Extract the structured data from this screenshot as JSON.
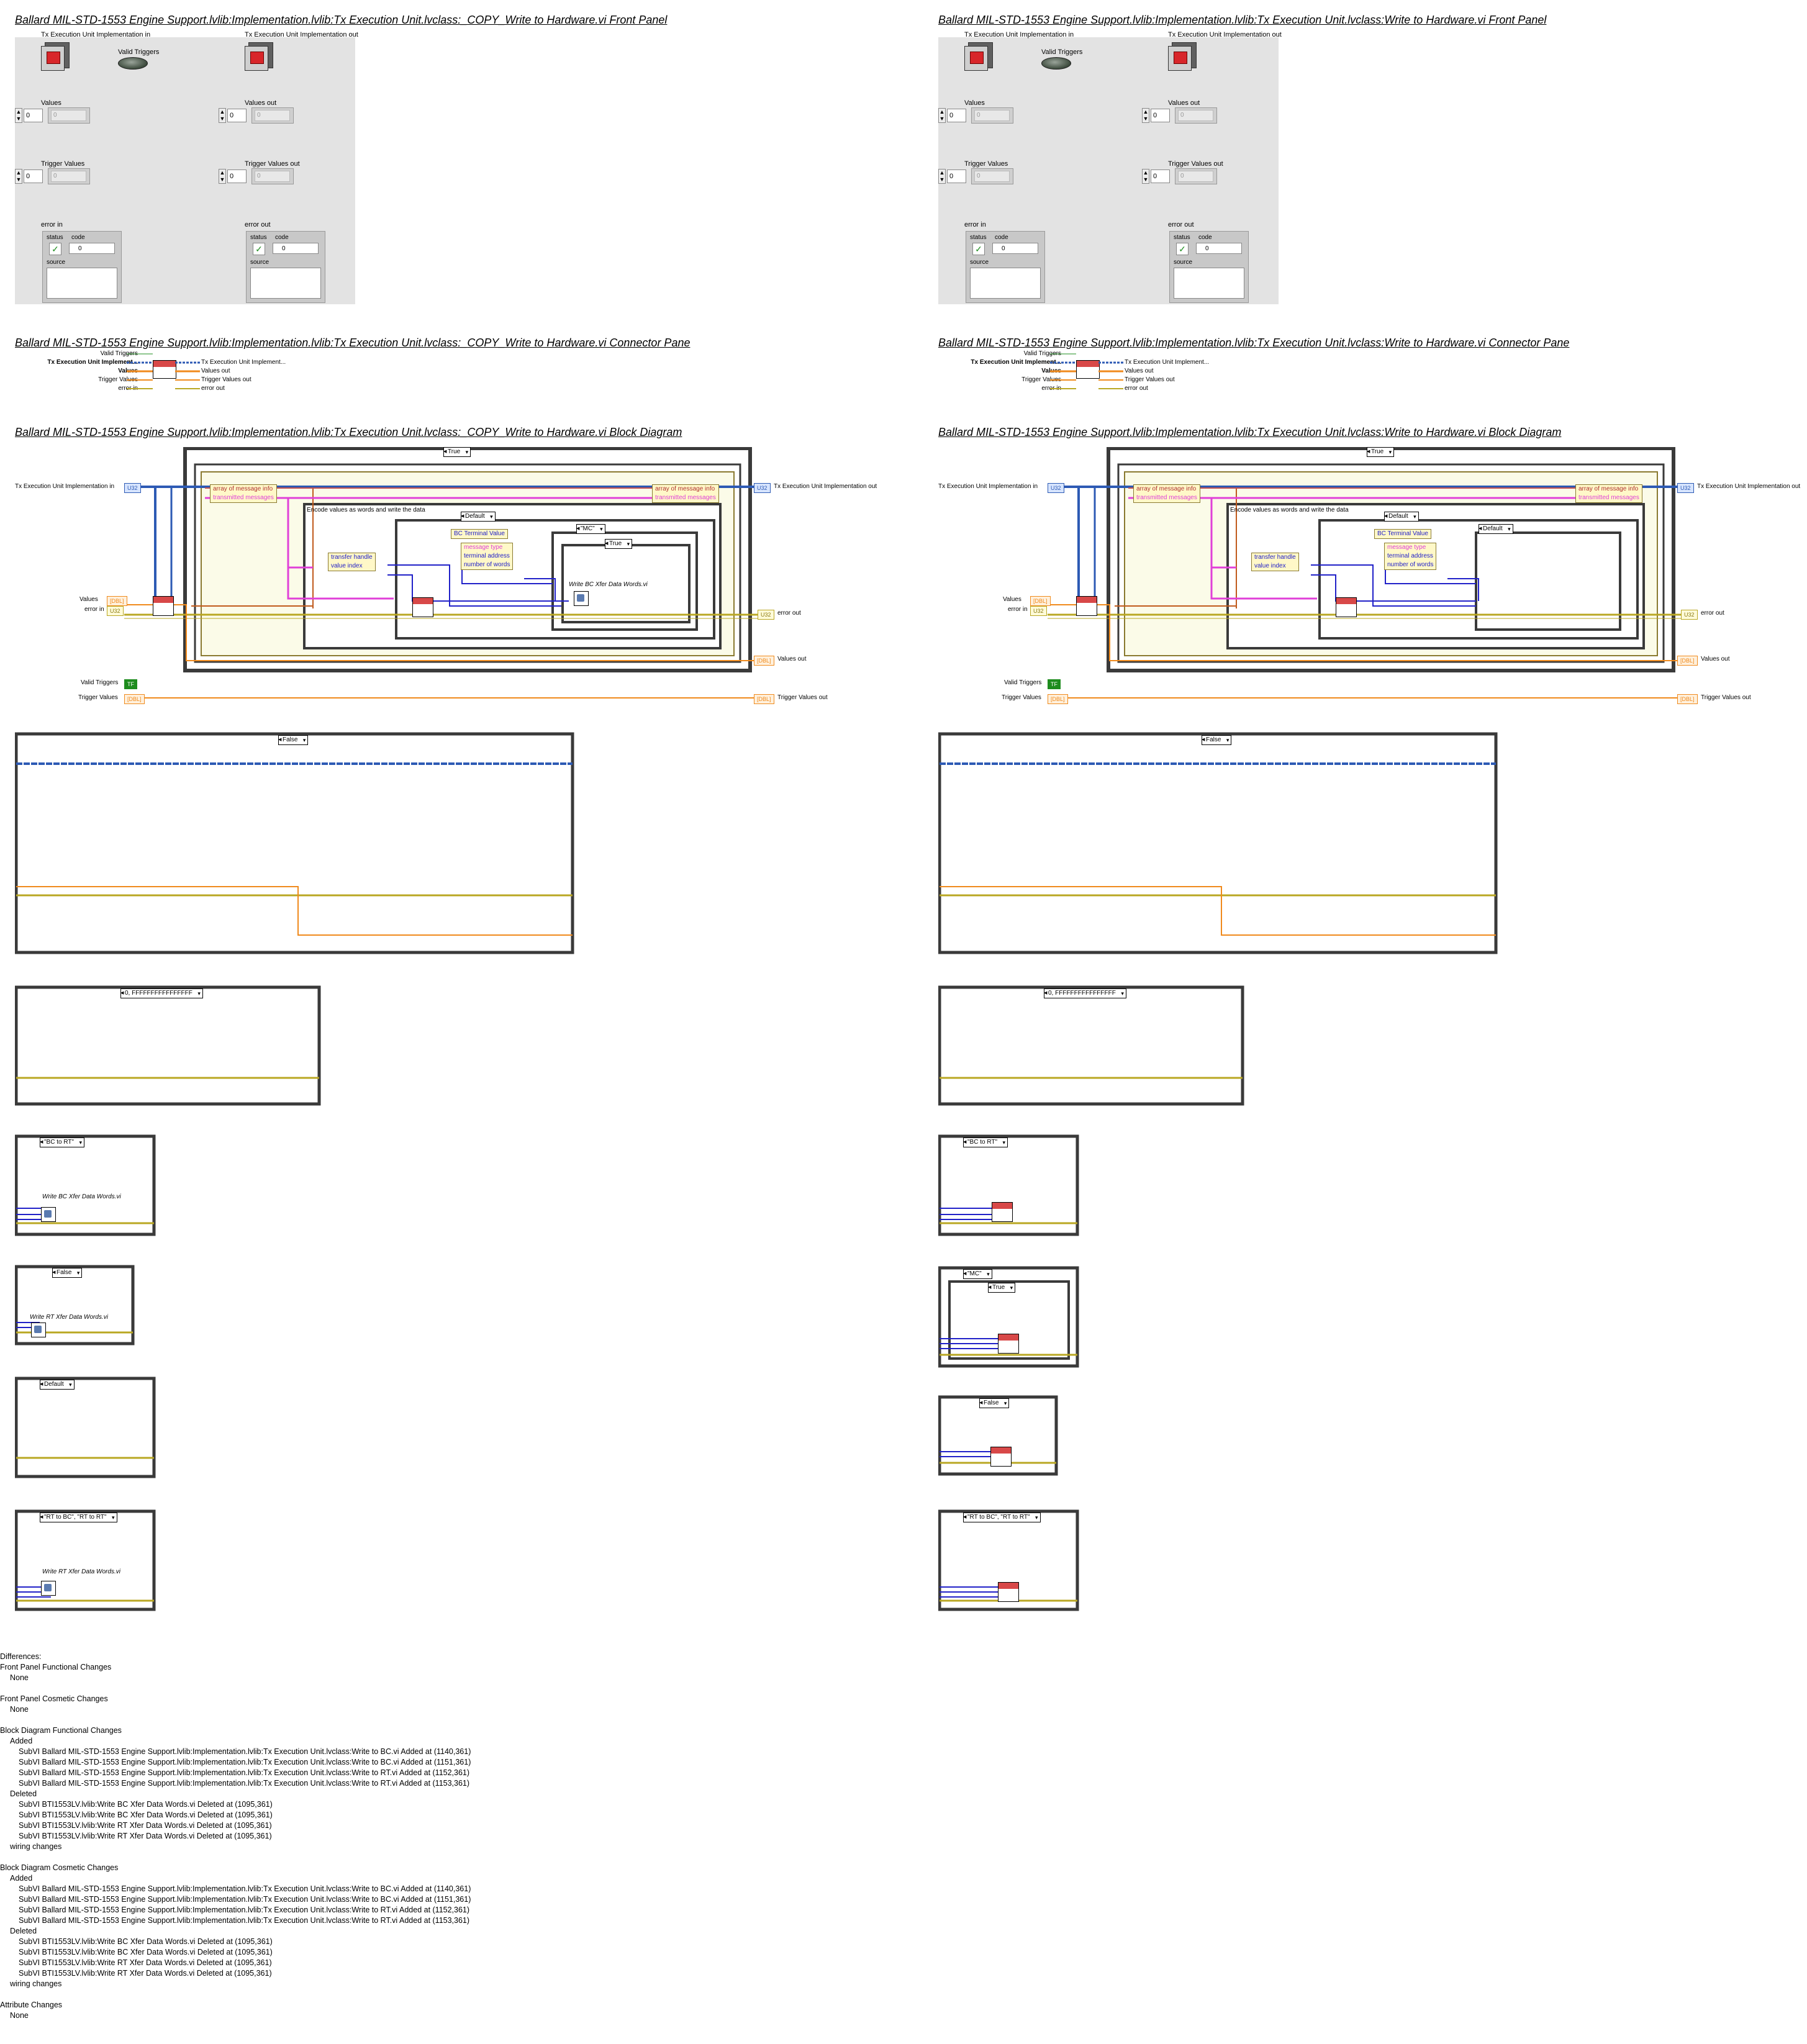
{
  "left": {
    "front_panel_title": "Ballard MIL-STD-1553 Engine Support.lvlib:Implementation.lvlib:Tx Execution Unit.lvclass:_COPY_Write to Hardware.vi Front Panel",
    "connector_pane_title": "Ballard MIL-STD-1553 Engine Support.lvlib:Implementation.lvlib:Tx Execution Unit.lvclass:_COPY_Write to Hardware.vi Connector Pane",
    "block_diagram_title": "Ballard MIL-STD-1553 Engine Support.lvlib:Implementation.lvlib:Tx Execution Unit.lvclass:_COPY_Write to Hardware.vi Block Diagram"
  },
  "right": {
    "front_panel_title": "Ballard MIL-STD-1553 Engine Support.lvlib:Implementation.lvlib:Tx Execution Unit.lvclass:Write to Hardware.vi Front Panel",
    "connector_pane_title": "Ballard MIL-STD-1553 Engine Support.lvlib:Implementation.lvlib:Tx Execution Unit.lvclass:Write to Hardware.vi Connector Pane",
    "block_diagram_title": "Ballard MIL-STD-1553 Engine Support.lvlib:Implementation.lvlib:Tx Execution Unit.lvclass:Write to Hardware.vi Block Diagram"
  },
  "front_panel": {
    "impl_in": "Tx Execution Unit Implementation in",
    "impl_out": "Tx Execution Unit Implementation out",
    "valid_triggers": "Valid Triggers",
    "values": "Values",
    "values_out": "Values out",
    "trigger_values": "Trigger Values",
    "trigger_values_out": "Trigger Values out",
    "error_in": "error in",
    "error_out": "error out",
    "status": "status",
    "code": "code",
    "source": "source",
    "zero": "0",
    "check": "✓"
  },
  "connector": {
    "left_terms": [
      "Valid Triggers",
      "Tx Execution Unit Implement...",
      "Values",
      "Trigger Values",
      "error in"
    ],
    "right_terms": [
      "Tx Execution Unit Implement...",
      "Values out",
      "Trigger Values out",
      "error out"
    ]
  },
  "block_diagram": {
    "true_case": "True",
    "false_case": "False",
    "default_case": "Default",
    "range_case": "0, FFFFFFFFFFFFFFFF",
    "bc_to_rt": "\"BC to RT\"",
    "mc_case": "\"MC\"",
    "rt_case": "\"RT to BC\", \"RT to RT\"",
    "array_of_message_info": "array of message info",
    "transmitted_messages": "transmitted messages",
    "encode_label": "Encode values as words and write the data",
    "bc_terminal_value": "BC Terminal Value",
    "message_type": "message type",
    "terminal_address": "terminal address",
    "number_of_words": "number of words",
    "transfer_handle": "transfer handle",
    "value_index": "value index",
    "write_bc": "Write BC Xfer Data Words.vi",
    "write_rt": "Write RT Xfer Data Words.vi",
    "term_impl_in": "Tx Execution Unit Implementation in",
    "term_impl_out": "Tx Execution Unit Implementation out",
    "term_values": "Values",
    "term_error_in": "error in",
    "term_error_out": "error out",
    "term_values_out": "Values out",
    "term_valid_triggers": "Valid Triggers",
    "term_trigger_values": "Trigger Values",
    "term_trigger_values_out": "Trigger Values out",
    "tf_tag": "TF",
    "dbl_tag": "[DBL]",
    "u32_tag": "U32"
  },
  "differences": [
    {
      "text": "Differences:",
      "indent": 0
    },
    {
      "text": "Front Panel Functional Changes",
      "indent": 0
    },
    {
      "text": "None",
      "indent": 1
    },
    {
      "text": "",
      "indent": 0
    },
    {
      "text": "Front Panel Cosmetic Changes",
      "indent": 0
    },
    {
      "text": "None",
      "indent": 1
    },
    {
      "text": "",
      "indent": 0
    },
    {
      "text": "Block Diagram Functional Changes",
      "indent": 0
    },
    {
      "text": "Added",
      "indent": 1
    },
    {
      "text": "SubVI Ballard MIL-STD-1553 Engine Support.lvlib:Implementation.lvlib:Tx Execution Unit.lvclass:Write to BC.vi Added at (1140,361)",
      "indent": 2
    },
    {
      "text": "SubVI Ballard MIL-STD-1553 Engine Support.lvlib:Implementation.lvlib:Tx Execution Unit.lvclass:Write to BC.vi Added at (1151,361)",
      "indent": 2
    },
    {
      "text": "SubVI Ballard MIL-STD-1553 Engine Support.lvlib:Implementation.lvlib:Tx Execution Unit.lvclass:Write to RT.vi Added at (1152,361)",
      "indent": 2
    },
    {
      "text": "SubVI Ballard MIL-STD-1553 Engine Support.lvlib:Implementation.lvlib:Tx Execution Unit.lvclass:Write to RT.vi Added at (1153,361)",
      "indent": 2
    },
    {
      "text": "Deleted",
      "indent": 1
    },
    {
      "text": "SubVI BTI1553LV.lvlib:Write BC Xfer Data Words.vi Deleted at (1095,361)",
      "indent": 2
    },
    {
      "text": "SubVI BTI1553LV.lvlib:Write BC Xfer Data Words.vi Deleted at (1095,361)",
      "indent": 2
    },
    {
      "text": "SubVI BTI1553LV.lvlib:Write RT Xfer Data Words.vi Deleted at (1095,361)",
      "indent": 2
    },
    {
      "text": "SubVI BTI1553LV.lvlib:Write RT Xfer Data Words.vi Deleted at (1095,361)",
      "indent": 2
    },
    {
      "text": "wiring changes",
      "indent": 1
    },
    {
      "text": "",
      "indent": 0
    },
    {
      "text": "Block Diagram Cosmetic Changes",
      "indent": 0
    },
    {
      "text": "Added",
      "indent": 1
    },
    {
      "text": "SubVI Ballard MIL-STD-1553 Engine Support.lvlib:Implementation.lvlib:Tx Execution Unit.lvclass:Write to BC.vi Added at (1140,361)",
      "indent": 2
    },
    {
      "text": "SubVI Ballard MIL-STD-1553 Engine Support.lvlib:Implementation.lvlib:Tx Execution Unit.lvclass:Write to BC.vi Added at (1151,361)",
      "indent": 2
    },
    {
      "text": "SubVI Ballard MIL-STD-1553 Engine Support.lvlib:Implementation.lvlib:Tx Execution Unit.lvclass:Write to RT.vi Added at (1152,361)",
      "indent": 2
    },
    {
      "text": "SubVI Ballard MIL-STD-1553 Engine Support.lvlib:Implementation.lvlib:Tx Execution Unit.lvclass:Write to RT.vi Added at (1153,361)",
      "indent": 2
    },
    {
      "text": "Deleted",
      "indent": 1
    },
    {
      "text": "SubVI BTI1553LV.lvlib:Write BC Xfer Data Words.vi Deleted at (1095,361)",
      "indent": 2
    },
    {
      "text": "SubVI BTI1553LV.lvlib:Write BC Xfer Data Words.vi Deleted at (1095,361)",
      "indent": 2
    },
    {
      "text": "SubVI BTI1553LV.lvlib:Write RT Xfer Data Words.vi Deleted at (1095,361)",
      "indent": 2
    },
    {
      "text": "SubVI BTI1553LV.lvlib:Write RT Xfer Data Words.vi Deleted at (1095,361)",
      "indent": 2
    },
    {
      "text": "wiring changes",
      "indent": 1
    },
    {
      "text": "",
      "indent": 0
    },
    {
      "text": "Attribute Changes",
      "indent": 0
    },
    {
      "text": "None",
      "indent": 1
    }
  ],
  "colors": {
    "class_wire": "#2d5ab4",
    "error_wire": "#b9a722",
    "double_wire": "#f08a1c",
    "string_wire": "#e040d8",
    "int_wire": "#2020c8",
    "bool_green": "#1e8c1e",
    "frame": "#3a3a3a"
  }
}
